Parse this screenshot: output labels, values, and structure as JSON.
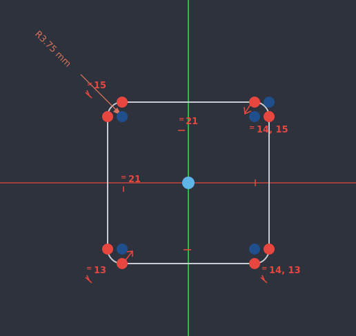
{
  "sketch": {
    "colors": {
      "background": "#2d323c",
      "x_axis": "#e8473f",
      "y_axis": "#3ddc5a",
      "profile": "#c8ccd4",
      "constraint": "#e8473f",
      "point_selected": "#e8473f",
      "point_free": "#1f4f8c",
      "origin": "#5fb4e8",
      "dimension": "#d9735f"
    },
    "radius_dimension": {
      "label": "R3.75 mm"
    },
    "constraint_labels": {
      "top_left": {
        "eq": "=",
        "text": "15"
      },
      "top_center": {
        "eq": "=",
        "text": "21"
      },
      "top_right": {
        "eq": "=",
        "text": "14, 15"
      },
      "left_center": {
        "eq": "=",
        "text": "21"
      },
      "bottom_left": {
        "eq": "=",
        "text": "13"
      },
      "bottom_right": {
        "eq": "=",
        "text": "14, 13"
      }
    },
    "icons": {
      "tangent": "tangent-constraint-icon",
      "horizontal": "horizontal-constraint-icon",
      "vertical": "vertical-constraint-icon",
      "coincident": "coincident-constraint-icon"
    }
  }
}
